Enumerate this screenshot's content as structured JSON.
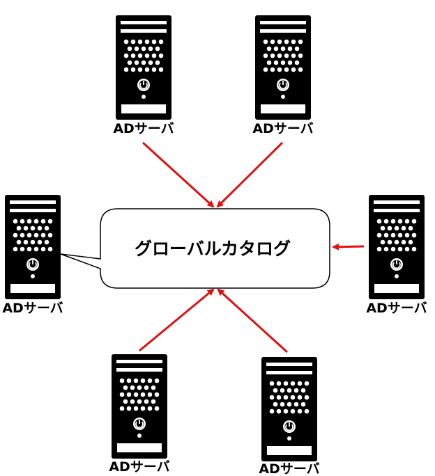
{
  "center": {
    "label": "グローバルカタログ"
  },
  "servers": [
    {
      "id": "top-left",
      "label": "ADサーバ"
    },
    {
      "id": "top-right",
      "label": "ADサーバ"
    },
    {
      "id": "left",
      "label": "ADサーバ"
    },
    {
      "id": "right",
      "label": "ADサーバ"
    },
    {
      "id": "bottom-left",
      "label": "ADサーバ"
    },
    {
      "id": "bottom-right",
      "label": "ADサーバ"
    }
  ],
  "colors": {
    "arrow": "#e01010",
    "server_body": "#000000",
    "server_detail": "#ffffff",
    "bubble_border": "#000000",
    "bubble_fill": "#ffffff"
  },
  "icons": {
    "server": "server-tower-icon",
    "power": "power-icon"
  }
}
